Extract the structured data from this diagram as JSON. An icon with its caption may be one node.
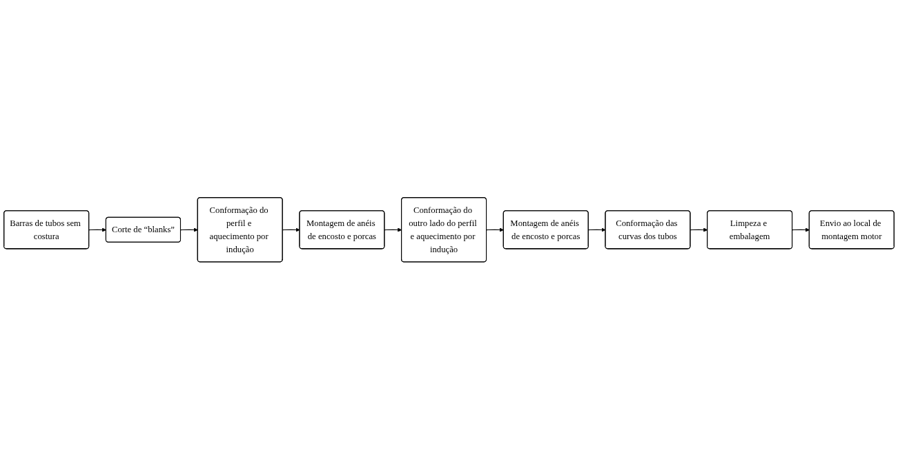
{
  "diagram": {
    "nodes": [
      {
        "text": [
          "Barras de tubos sem costura"
        ]
      },
      {
        "text": [
          "Corte de “blanks”"
        ]
      },
      {
        "text": [
          "Conformação do perfil e aquecimento por indução"
        ]
      },
      {
        "text": [
          "Montagem de anéis de encosto e porcas"
        ]
      },
      {
        "text": [
          "Conformação do outro lado do perfil e aquecimento por indução"
        ]
      },
      {
        "text": [
          "Montagem de anéis de encosto e porcas"
        ]
      },
      {
        "text": [
          "Conformação das curvas dos tubos"
        ]
      },
      {
        "text": [
          "Limpeza e embalagem"
        ]
      },
      {
        "text": [
          "Envio ao local de montagem motor"
        ]
      }
    ],
    "edges": [
      {
        "from": 0,
        "to": 1,
        "arrow": "to"
      },
      {
        "from": 1,
        "to": 2,
        "arrow": "to"
      },
      {
        "from": 2,
        "to": 3,
        "arrow": "to"
      },
      {
        "from": 3,
        "to": 4,
        "arrow": "to"
      },
      {
        "from": 4,
        "to": 5,
        "arrow": "to"
      },
      {
        "from": 5,
        "to": 6,
        "arrow": "to"
      },
      {
        "from": 6,
        "to": 7,
        "arrow": "to"
      },
      {
        "from": 7,
        "to": 8,
        "arrow": "to"
      }
    ]
  }
}
